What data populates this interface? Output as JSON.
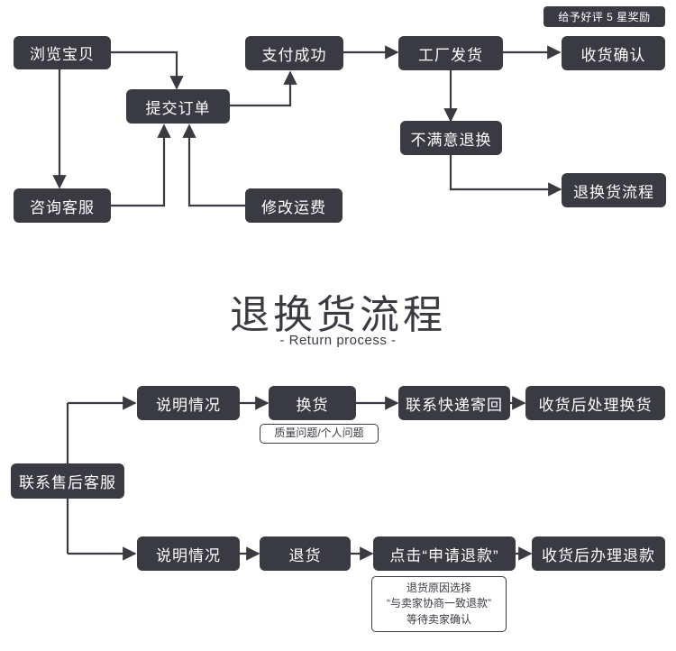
{
  "diagram": {
    "title": "退换货流程",
    "subtitle": "- Return process -",
    "accent": "#3a3a42",
    "background": "#ffffff",
    "top_flow": {
      "nodes": [
        {
          "id": "browse",
          "label": "浏览宝贝"
        },
        {
          "id": "submit",
          "label": "提交订单"
        },
        {
          "id": "pay",
          "label": "支付成功"
        },
        {
          "id": "ship",
          "label": "工厂发货"
        },
        {
          "id": "confirm",
          "label": "收货确认"
        },
        {
          "id": "consult",
          "label": "咨询客服"
        },
        {
          "id": "fee",
          "label": "修改运费"
        },
        {
          "id": "unsatisfied",
          "label": "不满意退换"
        },
        {
          "id": "return_flow",
          "label": "退换货流程"
        }
      ],
      "annotations": [
        {
          "id": "reward",
          "label": "给予好评 5 星奖励"
        }
      ]
    },
    "bottom_flow": {
      "entry": {
        "id": "aftersale",
        "label": "联系售后客服"
      },
      "exchange_branch": [
        {
          "id": "explain1",
          "label": "说明情况"
        },
        {
          "id": "exchange",
          "label": "换货"
        },
        {
          "id": "courier",
          "label": "联系快递寄回"
        },
        {
          "id": "handle_exchange",
          "label": "收货后处理换货"
        }
      ],
      "return_branch": [
        {
          "id": "explain2",
          "label": "说明情况"
        },
        {
          "id": "return",
          "label": "退货"
        },
        {
          "id": "apply_refund",
          "label": "点击“申请退款”"
        },
        {
          "id": "handle_refund",
          "label": "收货后办理退款"
        }
      ],
      "annotations": [
        {
          "id": "quality",
          "label": "质量问题/个人问题"
        },
        {
          "id": "reason",
          "label": "退货原因选择\n“与卖家协商一致退款”\n等待卖家确认"
        }
      ]
    }
  }
}
